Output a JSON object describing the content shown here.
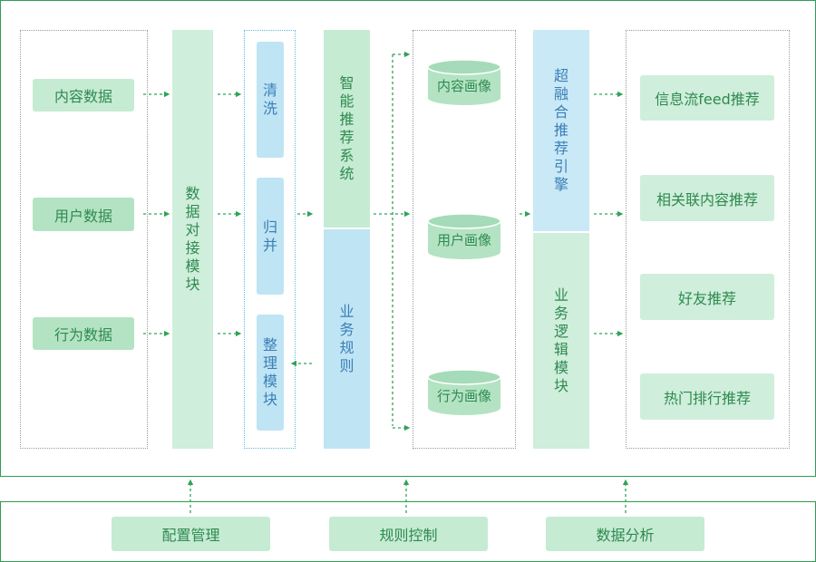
{
  "sources": [
    "内容数据",
    "用户数据",
    "行为数据"
  ],
  "docking_module": "数据对接模块",
  "processing": [
    "清洗",
    "归并",
    "整理模块"
  ],
  "smart_system": "智能推荐系统",
  "business_rules": "业务规则",
  "profiles": [
    "内容画像",
    "用户画像",
    "行为画像"
  ],
  "fusion_engine": "超融合推荐引擎",
  "business_logic": "业务逻辑模块",
  "outputs": [
    "信息流feed推荐",
    "相关联内容推荐",
    "好友推荐",
    "热门排行推荐"
  ],
  "management": [
    "配置管理",
    "规则控制",
    "数据分析"
  ],
  "colors": {
    "border": "#2e9e52",
    "text": "#2f8a50",
    "arrow": "#2ea35a",
    "green": "#c6ebd3",
    "blue": "#bfe4f4"
  }
}
